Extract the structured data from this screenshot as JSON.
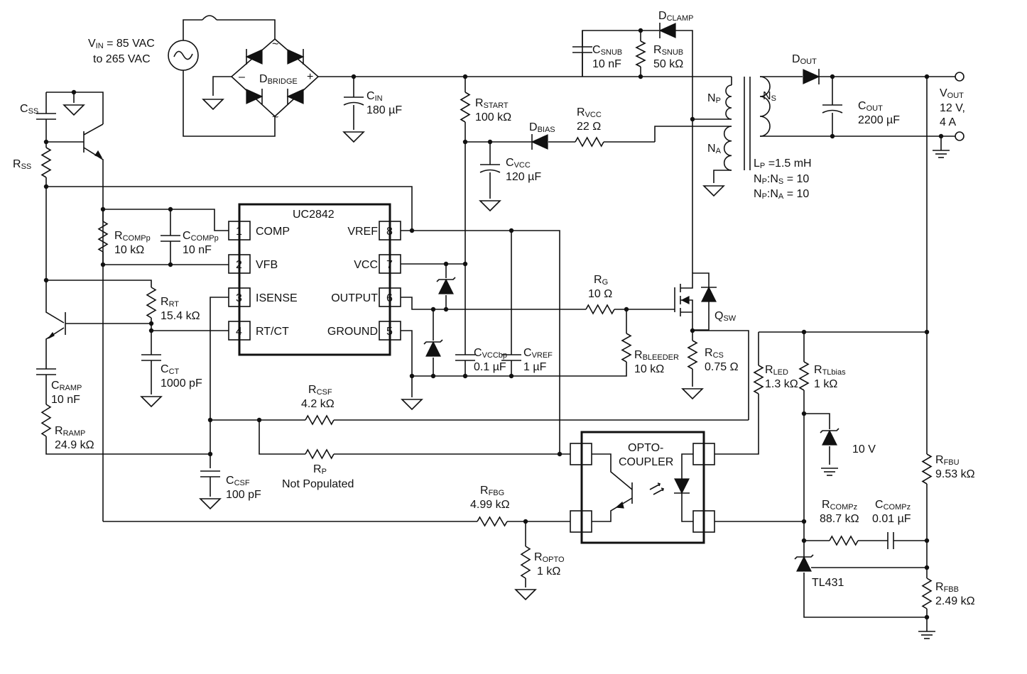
{
  "labels": {
    "vin": {
      "main": "V",
      "sub": "IN",
      "rest": " = 85 VAC"
    },
    "vin2": "to 265 VAC",
    "dbridge": {
      "main": "D",
      "sub": "BRIDGE"
    },
    "bridge_minus": "–",
    "bridge_plus": "+",
    "bridge_tilde_top": "~",
    "bridge_tilde_bottom": "~",
    "cin": {
      "main": "C",
      "sub": "IN",
      "value": "180 µF"
    },
    "css": {
      "main": "C",
      "sub": "SS"
    },
    "rss": {
      "main": "R",
      "sub": "SS"
    },
    "rstart": {
      "main": "R",
      "sub": "START",
      "value": "100 kΩ"
    },
    "csnub": {
      "main": "C",
      "sub": "SNUB",
      "value": "10 nF"
    },
    "rsnub": {
      "main": "R",
      "sub": "SNUB",
      "value": "50 kΩ"
    },
    "dclamp": {
      "main": "D",
      "sub": "CLAMP"
    },
    "dout": {
      "main": "D",
      "sub": "OUT"
    },
    "cout": {
      "main": "C",
      "sub": "OUT",
      "value": "2200 µF"
    },
    "vout": {
      "main": "V",
      "sub": "OUT",
      "value1": "12 V,",
      "value2": "4 A"
    },
    "np": {
      "main": "N",
      "sub": "P"
    },
    "ns": {
      "main": "N",
      "sub": "S"
    },
    "na": {
      "main": "N",
      "sub": "A"
    },
    "lp": {
      "main": "L",
      "sub": "P",
      "rest": " =1.5 mH"
    },
    "npns": {
      "a": "N",
      "asub": "P",
      "b": ":N",
      "bsub": "S",
      "rest": " = 10"
    },
    "npna": {
      "a": "N",
      "asub": "P",
      "b": ":N",
      "bsub": "A",
      "rest": " = 10"
    },
    "dbias": {
      "main": "D",
      "sub": "BIAS"
    },
    "rvcc": {
      "main": "R",
      "sub": "VCC",
      "value": "22 Ω"
    },
    "cvcc": {
      "main": "C",
      "sub": "VCC",
      "value": "120 µF"
    },
    "rcompp": {
      "main": "R",
      "sub": "COMPp",
      "value": "10 kΩ"
    },
    "ccompp": {
      "main": "C",
      "sub": "COMPp",
      "value": "10 nF"
    },
    "rrt": {
      "main": "R",
      "sub": "RT",
      "value": "15.4 kΩ"
    },
    "cct": {
      "main": "C",
      "sub": "CT",
      "value": "1000 pF"
    },
    "cramp": {
      "main": "C",
      "sub": "RAMP",
      "value": "10 nF"
    },
    "rramp": {
      "main": "R",
      "sub": "RAMP",
      "value": "24.9 kΩ"
    },
    "rcsf": {
      "main": "R",
      "sub": "CSF",
      "value": "4.2 kΩ"
    },
    "ccsf": {
      "main": "C",
      "sub": "CSF",
      "value": "100 pF"
    },
    "rp": {
      "main": "R",
      "sub": "P",
      "value": "Not Populated"
    },
    "rfbg": {
      "main": "R",
      "sub": "FBG",
      "value": "4.99 kΩ"
    },
    "ropto": {
      "main": "R",
      "sub": "OPTO",
      "value": "1 kΩ"
    },
    "opto1": "OPTO-",
    "opto2": "COUPLER",
    "cvccbp": {
      "main": "C",
      "sub": "VCCbp",
      "value": "0.1 µF"
    },
    "cvref": {
      "main": "C",
      "sub": "VREF",
      "value": "1 µF"
    },
    "rg": {
      "main": "R",
      "sub": "G",
      "value": "10 Ω"
    },
    "rbleeder": {
      "main": "R",
      "sub": "BLEEDER",
      "value": "10 kΩ"
    },
    "qsw": {
      "main": "Q",
      "sub": "SW"
    },
    "rcs": {
      "main": "R",
      "sub": "CS",
      "value": "0.75 Ω"
    },
    "rled": {
      "main": "R",
      "sub": "LED",
      "value": "1.3 kΩ"
    },
    "rtlbias": {
      "main": "R",
      "sub": "TLbias",
      "value": "1 kΩ"
    },
    "zener": "10 V",
    "rfbu": {
      "main": "R",
      "sub": "FBU",
      "value": "9.53 kΩ"
    },
    "rcompz": {
      "main": "R",
      "sub": "COMPz",
      "value": "88.7 kΩ"
    },
    "ccompz": {
      "main": "C",
      "sub": "COMPz",
      "value": "0.01 µF"
    },
    "tl431": "TL431",
    "rfbb": {
      "main": "R",
      "sub": "FBB",
      "value": "2.49 kΩ"
    }
  },
  "ic": {
    "name": "UC2842",
    "pins_left": [
      {
        "num": "1",
        "name": "COMP"
      },
      {
        "num": "2",
        "name": "VFB"
      },
      {
        "num": "3",
        "name": "ISENSE"
      },
      {
        "num": "4",
        "name": "RT/CT"
      }
    ],
    "pins_right": [
      {
        "num": "8",
        "name": "VREF"
      },
      {
        "num": "7",
        "name": "VCC"
      },
      {
        "num": "6",
        "name": "OUTPUT"
      },
      {
        "num": "5",
        "name": "GROUND"
      }
    ]
  }
}
